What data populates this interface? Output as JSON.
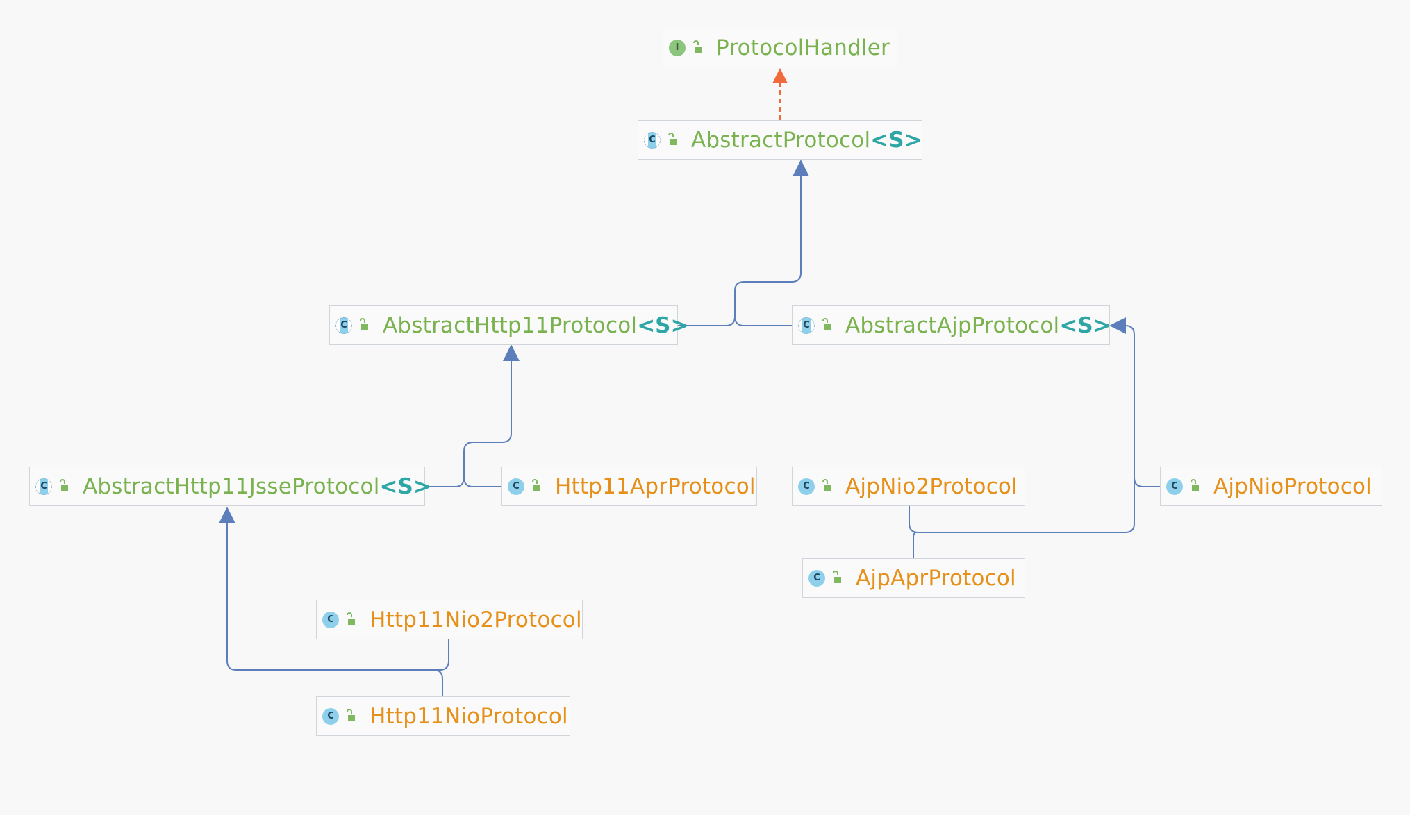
{
  "colors": {
    "background": "#f8f8f8",
    "abstract_text": "#79b24f",
    "concrete_text": "#e6901a",
    "type_param": "#2ea6a6",
    "extends_edge": "#5c7fbc",
    "implements_edge": "#f06a3c"
  },
  "nodes": {
    "protocol_handler": {
      "kind": "interface",
      "badge": "I",
      "name": "ProtocolHandler",
      "type_param": ""
    },
    "abstract_protocol": {
      "kind": "abstract-class",
      "badge": "C",
      "name": "AbstractProtocol",
      "type_param": "<S>"
    },
    "abstract_http11_protocol": {
      "kind": "abstract-class",
      "badge": "C",
      "name": "AbstractHttp11Protocol",
      "type_param": "<S>"
    },
    "abstract_ajp_protocol": {
      "kind": "abstract-class",
      "badge": "C",
      "name": "AbstractAjpProtocol",
      "type_param": "<S>"
    },
    "abstract_http11_jsse_protocol": {
      "kind": "abstract-class",
      "badge": "C",
      "name": "AbstractHttp11JsseProtocol",
      "type_param": "<S>"
    },
    "http11_apr_protocol": {
      "kind": "class",
      "badge": "C",
      "name": "Http11AprProtocol",
      "type_param": ""
    },
    "ajp_nio2_protocol": {
      "kind": "class",
      "badge": "C",
      "name": "AjpNio2Protocol",
      "type_param": ""
    },
    "ajp_nio_protocol": {
      "kind": "class",
      "badge": "C",
      "name": "AjpNioProtocol",
      "type_param": ""
    },
    "ajp_apr_protocol": {
      "kind": "class",
      "badge": "C",
      "name": "AjpAprProtocol",
      "type_param": ""
    },
    "http11_nio2_protocol": {
      "kind": "class",
      "badge": "C",
      "name": "Http11Nio2Protocol",
      "type_param": ""
    },
    "http11_nio_protocol": {
      "kind": "class",
      "badge": "C",
      "name": "Http11NioProtocol",
      "type_param": ""
    }
  },
  "edges": [
    {
      "from": "AbstractProtocol",
      "to": "ProtocolHandler",
      "relation": "implements"
    },
    {
      "from": "AbstractHttp11Protocol",
      "to": "AbstractProtocol",
      "relation": "extends"
    },
    {
      "from": "AbstractAjpProtocol",
      "to": "AbstractProtocol",
      "relation": "extends"
    },
    {
      "from": "AbstractHttp11JsseProtocol",
      "to": "AbstractHttp11Protocol",
      "relation": "extends"
    },
    {
      "from": "Http11AprProtocol",
      "to": "AbstractHttp11Protocol",
      "relation": "extends"
    },
    {
      "from": "Http11Nio2Protocol",
      "to": "AbstractHttp11JsseProtocol",
      "relation": "extends"
    },
    {
      "from": "Http11NioProtocol",
      "to": "AbstractHttp11JsseProtocol",
      "relation": "extends"
    },
    {
      "from": "AjpNioProtocol",
      "to": "AbstractAjpProtocol",
      "relation": "extends"
    },
    {
      "from": "AjpNio2Protocol",
      "to": "AbstractAjpProtocol",
      "relation": "extends"
    },
    {
      "from": "AjpAprProtocol",
      "to": "AbstractAjpProtocol",
      "relation": "extends"
    }
  ]
}
